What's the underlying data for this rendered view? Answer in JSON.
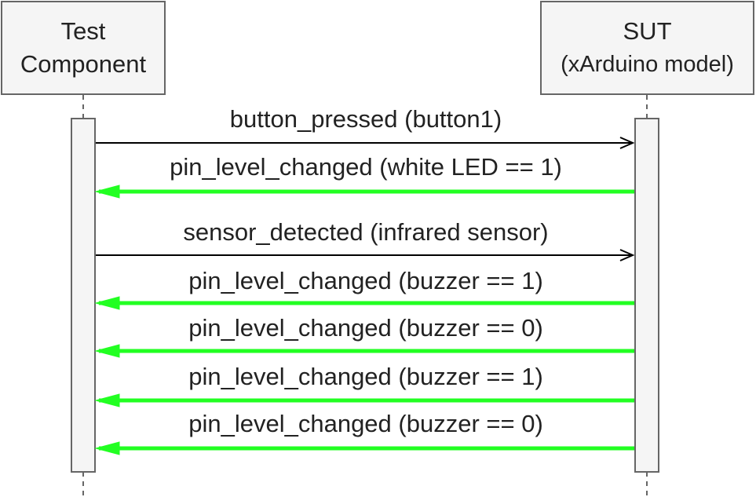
{
  "participants": [
    {
      "id": "test",
      "line1": "Test",
      "line2": "Component"
    },
    {
      "id": "sut",
      "line1": "SUT",
      "line2": "(xArduino model)"
    }
  ],
  "messages": [
    {
      "label": "button_pressed (button1)",
      "direction": "request"
    },
    {
      "label": "pin_level_changed (white LED == 1)",
      "direction": "response"
    },
    {
      "label": "sensor_detected (infrared sensor)",
      "direction": "request"
    },
    {
      "label": "pin_level_changed (buzzer == 1)",
      "direction": "response"
    },
    {
      "label": "pin_level_changed (buzzer == 0)",
      "direction": "response"
    },
    {
      "label": "pin_level_changed (buzzer == 1)",
      "direction": "response"
    },
    {
      "label": "pin_level_changed (buzzer == 0)",
      "direction": "response"
    }
  ],
  "colors": {
    "request_arrow": "#000000",
    "response_arrow": "#22ff22",
    "box_fill": "#f5f5f5",
    "box_border": "#666666",
    "lifeline": "#666666"
  }
}
